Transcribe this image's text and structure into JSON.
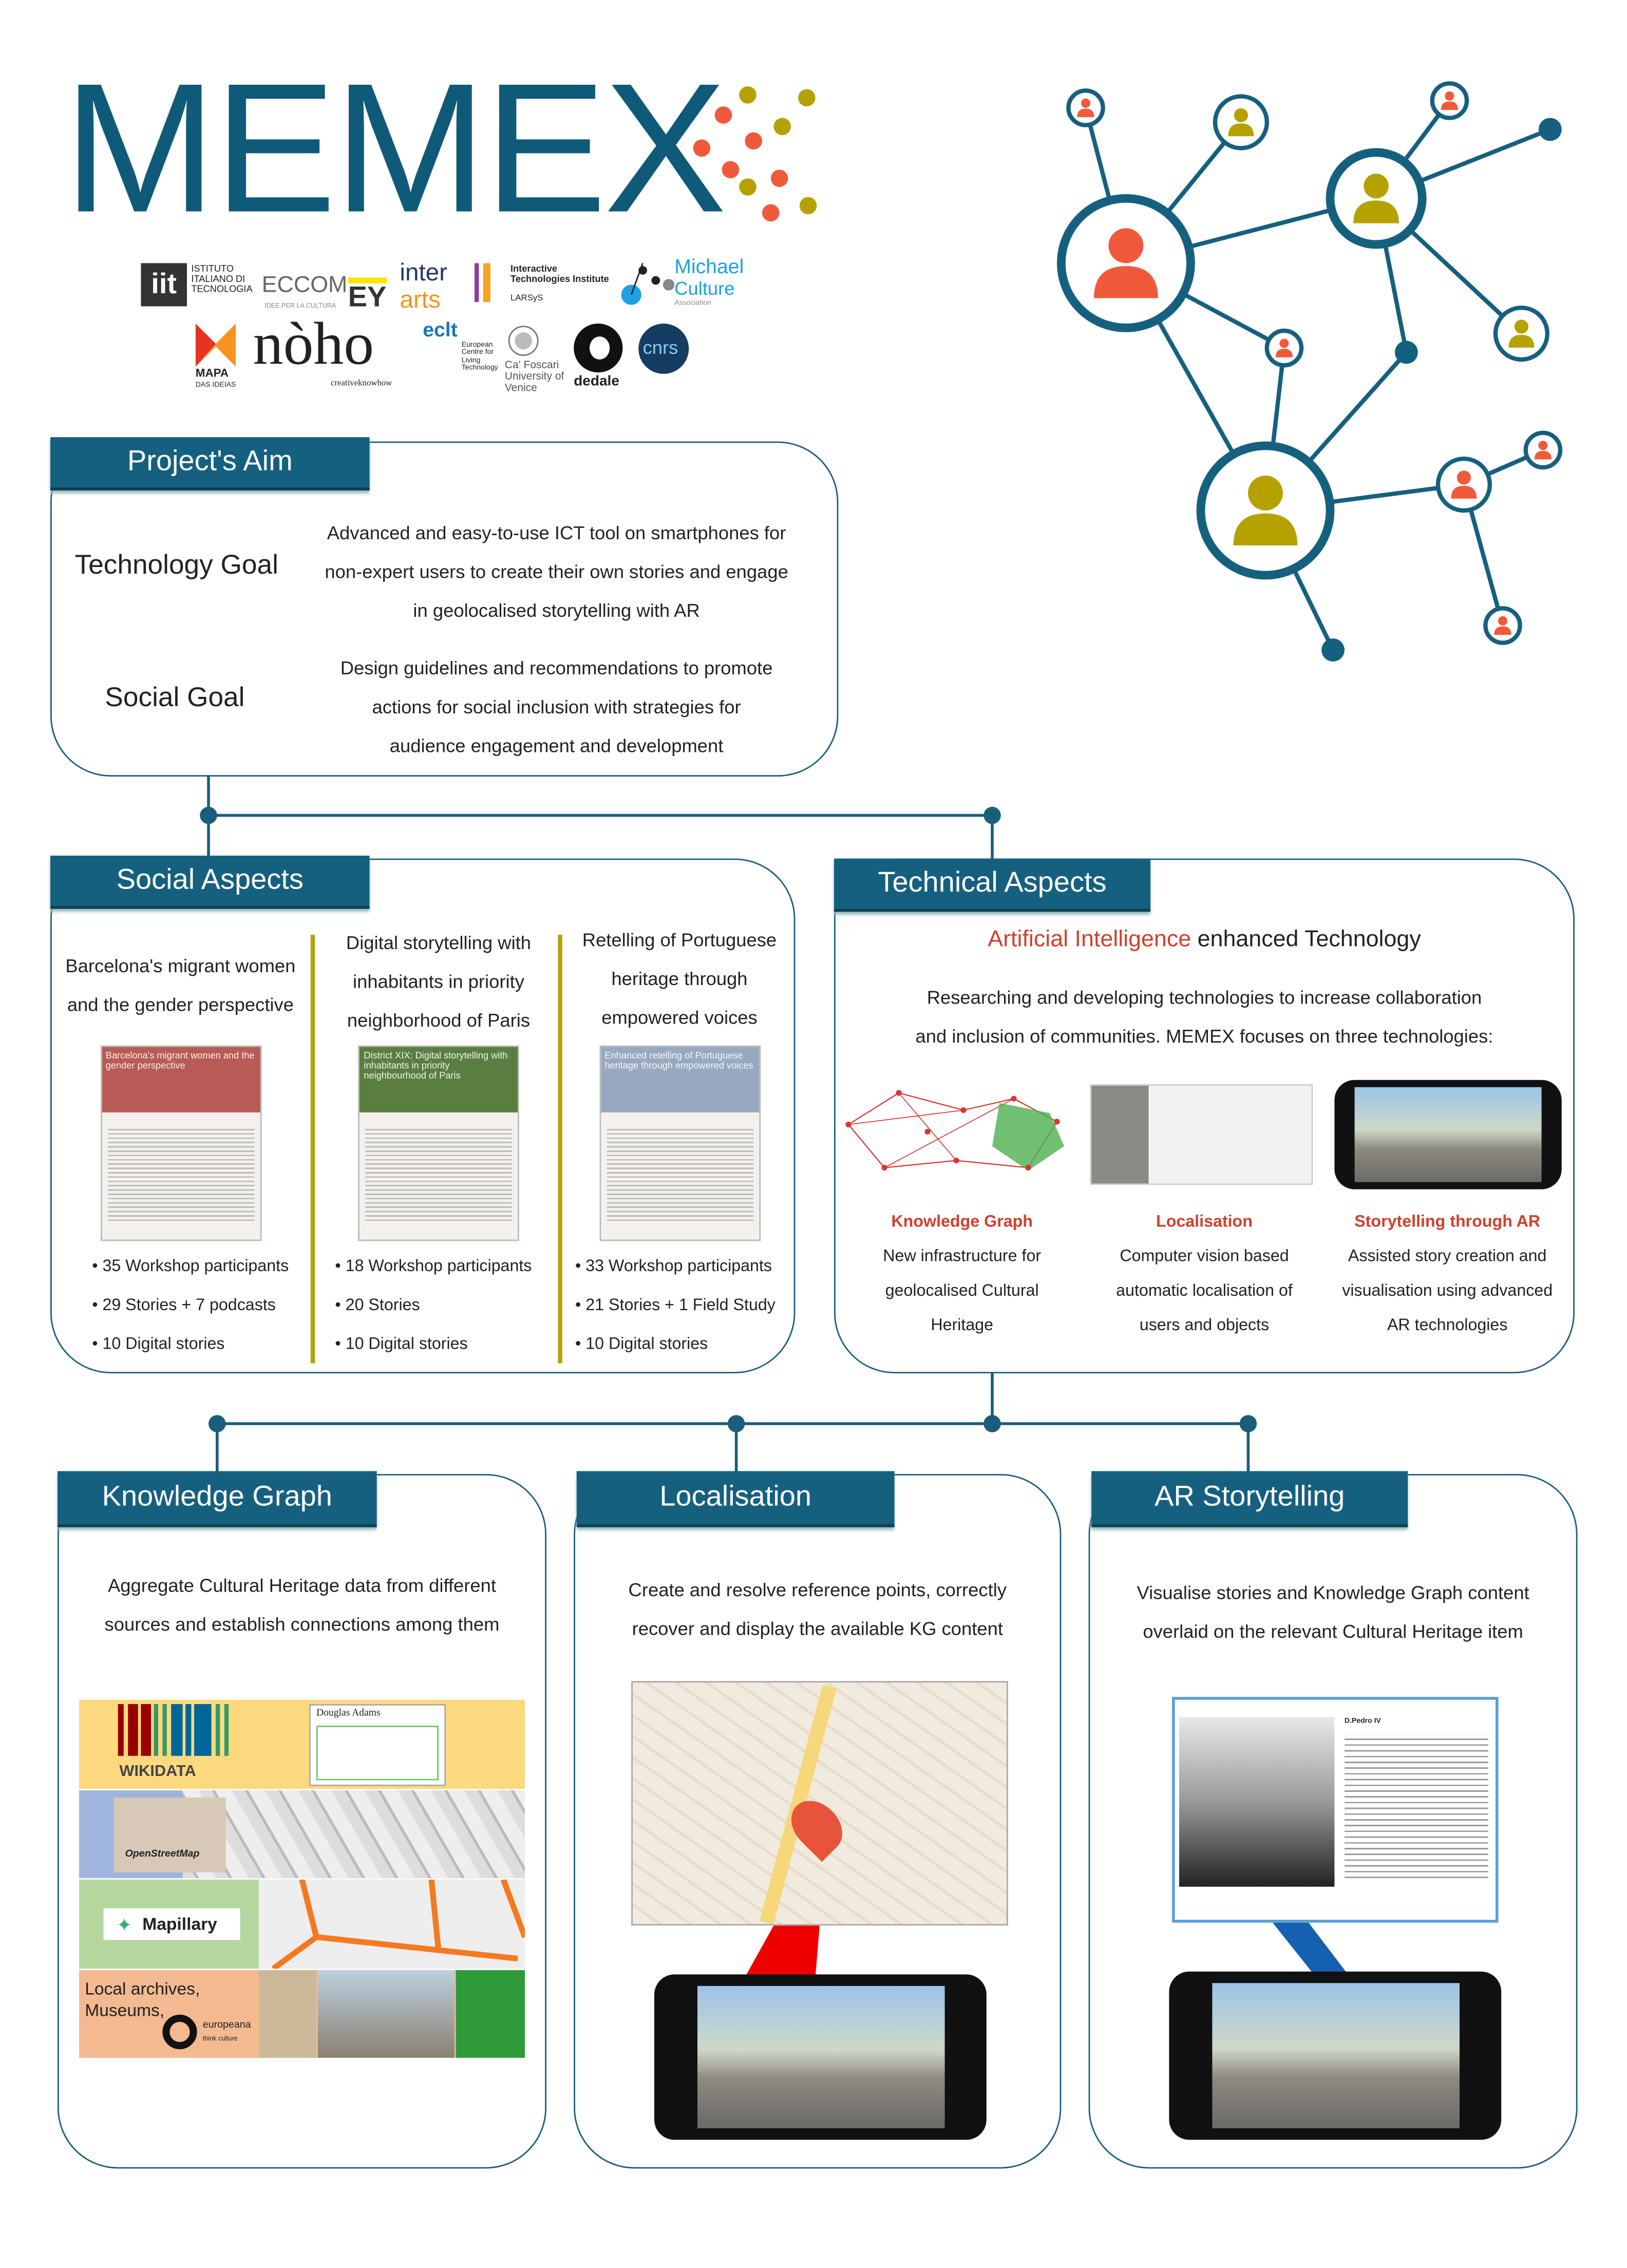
{
  "title": "MEMEX",
  "partners": [
    "ISTITUTO ITALIANO DI TECNOLOGIA",
    "ECCOM",
    "IDEE PER LA CULTURA",
    "EY",
    "inter",
    "arts",
    "Interactive Technologies Institute",
    "LARSyS",
    "Michael",
    "Culture",
    "Association",
    "MAPA",
    "DAS IDEIAS",
    "nòho",
    "creativeknowhow",
    "eclt",
    "European Centre for Living Technology",
    "Ca' Foscari University of Venice",
    "dedale",
    "cnrs"
  ],
  "aim": {
    "tab": "Project's Aim",
    "goals": [
      {
        "label": "Technology Goal",
        "lines": [
          "Advanced and easy-to-use ICT tool on smartphones for",
          "non-expert users to create their own stories and engage",
          "in geolocalised storytelling with AR"
        ]
      },
      {
        "label": "Social Goal",
        "lines": [
          "Design guidelines and recommendations to promote",
          "actions for social inclusion with strategies for",
          "audience engagement and development"
        ]
      }
    ]
  },
  "social": {
    "tab": "Social Aspects",
    "pilots": [
      {
        "title": [
          "Barcelona's migrant women",
          "and the gender perspective"
        ],
        "poster": "Barcelona's migrant women and the gender perspective",
        "bullets": [
          "35 Workshop participants",
          "29 Stories + 7 podcasts",
          "10 Digital stories"
        ]
      },
      {
        "title": [
          "Digital storytelling with",
          "inhabitants in priority",
          "neighborhood of Paris"
        ],
        "poster": "District XIX: Digital storytelling with inhabitants in priority neighbourhood of Paris",
        "bullets": [
          "18 Workshop participants",
          "20 Stories",
          "10 Digital stories"
        ]
      },
      {
        "title": [
          "Retelling of Portuguese",
          "heritage through",
          "empowered voices"
        ],
        "poster": "Enhanced retelling of Portuguese heritage through empowered voices",
        "bullets": [
          "33 Workshop participants",
          "21 Stories + 1 Field Study",
          "10 Digital stories"
        ]
      }
    ]
  },
  "technical": {
    "tab": "Technical Aspects",
    "headline_accent": "Artificial Intelligence",
    "headline_rest": " enhanced Technology",
    "intro": [
      "Researching and developing technologies to increase collaboration",
      "and inclusion of communities. MEMEX focuses on three technologies:"
    ],
    "techs": [
      {
        "title": "Knowledge Graph",
        "lines": [
          "New infrastructure for",
          "geolocalised Cultural",
          "Heritage"
        ]
      },
      {
        "title": "Localisation",
        "lines": [
          "Computer vision based",
          "automatic localisation of",
          "users and objects"
        ]
      },
      {
        "title": "Storytelling through AR",
        "lines": [
          "Assisted story creation and",
          "visualisation using advanced",
          "AR technologies"
        ]
      }
    ]
  },
  "kg": {
    "tab": "Knowledge Graph",
    "lines": [
      "Aggregate Cultural Heritage data from different",
      "sources and establish connections among them"
    ],
    "sources": [
      "WIKIDATA",
      "OpenStreetMap",
      "Mapillary",
      "Local archives,",
      "Museums,",
      "europeana",
      "think culture"
    ],
    "wikidata_sample": "Douglas Adams"
  },
  "loc": {
    "tab": "Localisation",
    "lines": [
      "Create and resolve reference points, correctly",
      "recover and display the available KG content"
    ]
  },
  "ar": {
    "tab": "AR Storytelling",
    "lines": [
      "Visualise stories and Knowledge Graph content",
      "overlaid on the relevant Cultural Heritage item"
    ],
    "story_title": "D.Pedro IV"
  },
  "colors": {
    "primary": "#16607f",
    "olive": "#b5a200",
    "accent": "#f05a3a",
    "red": "#d0402c"
  }
}
